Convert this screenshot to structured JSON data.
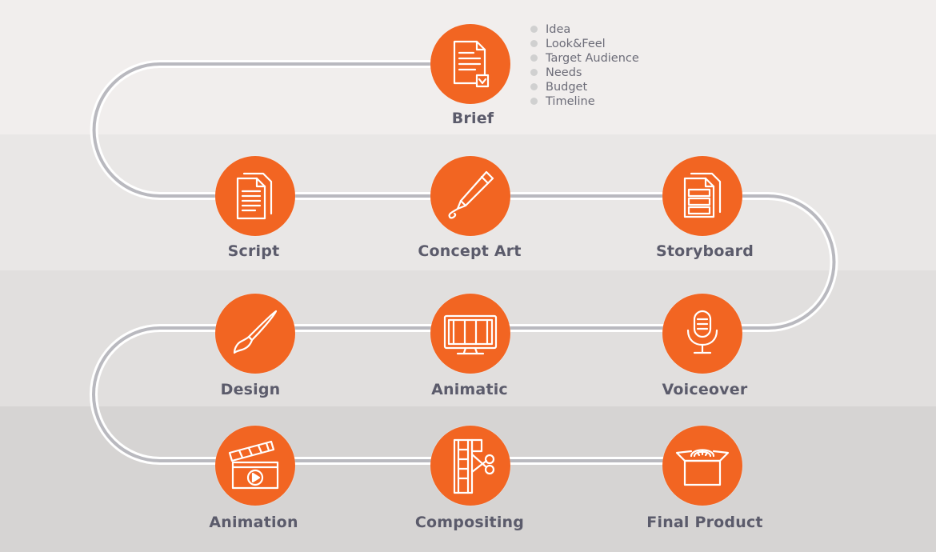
{
  "steps": [
    {
      "id": "brief",
      "label": "Brief",
      "icon": "document-check-icon"
    },
    {
      "id": "script",
      "label": "Script",
      "icon": "document-icon"
    },
    {
      "id": "concept-art",
      "label": "Concept Art",
      "icon": "pencil-icon"
    },
    {
      "id": "storyboard",
      "label": "Storyboard",
      "icon": "storyboard-icon"
    },
    {
      "id": "design",
      "label": "Design",
      "icon": "paintbrush-icon"
    },
    {
      "id": "animatic",
      "label": "Animatic",
      "icon": "monitor-film-icon"
    },
    {
      "id": "voiceover",
      "label": "Voiceover",
      "icon": "microphone-icon"
    },
    {
      "id": "animation",
      "label": "Animation",
      "icon": "clapperboard-icon"
    },
    {
      "id": "compositing",
      "label": "Compositing",
      "icon": "film-scissors-icon"
    },
    {
      "id": "final-product",
      "label": "Final Product",
      "icon": "open-box-icon"
    }
  ],
  "brief_notes": [
    "Idea",
    "Look&Feel",
    "Target Audience",
    "Needs",
    "Budget",
    "Timeline"
  ],
  "colors": {
    "node": "#f26522",
    "label": "#5b5b6b",
    "path": "#b9b9bf",
    "notes_text": "#6c6c78"
  }
}
